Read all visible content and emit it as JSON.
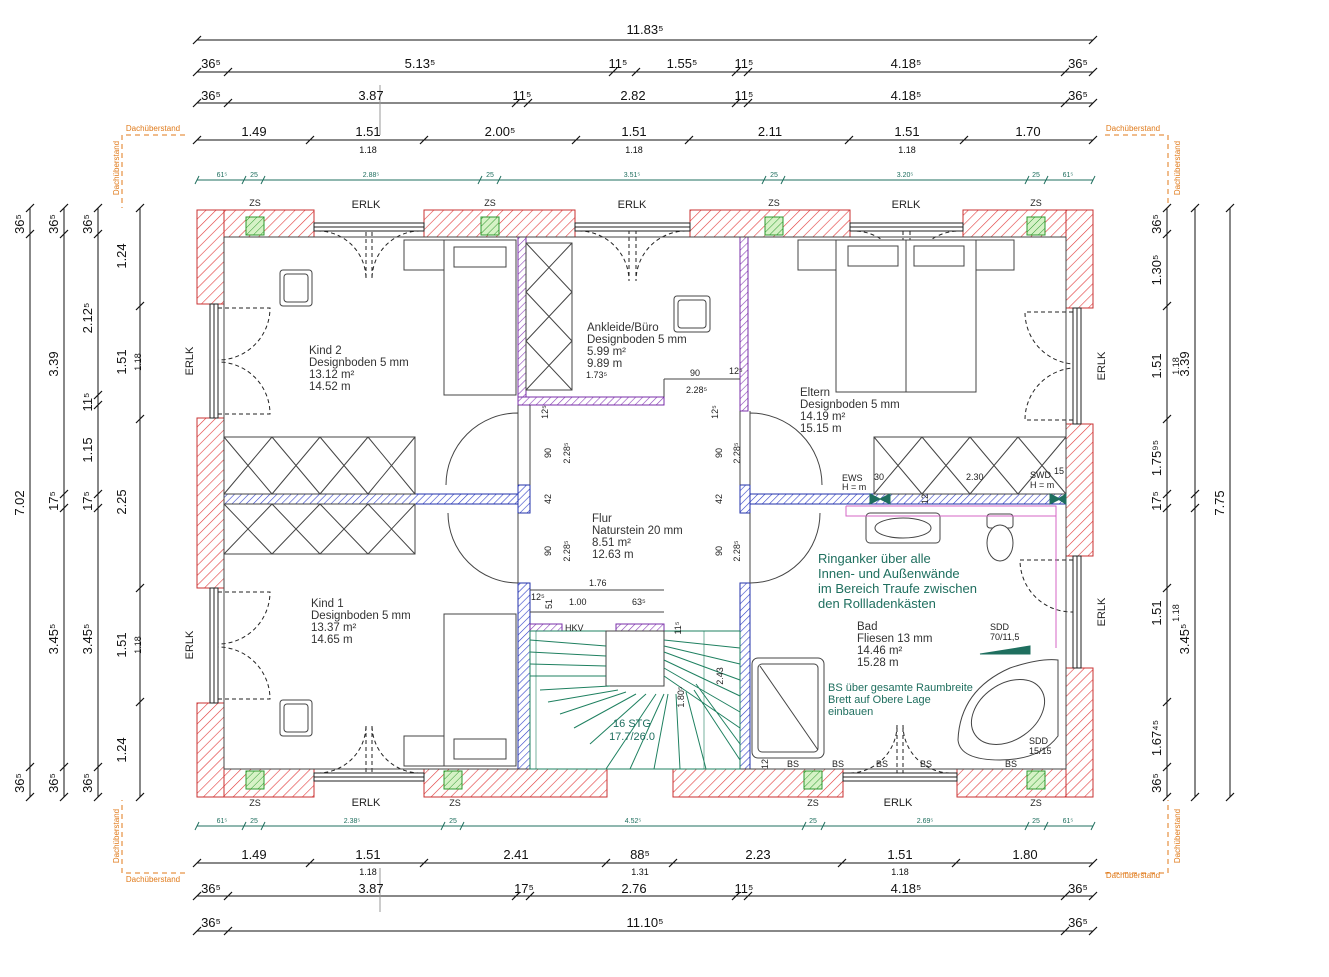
{
  "overhang_label": "Dachüberstand",
  "dims_top": {
    "overall": "11.83⁵",
    "row2": [
      "36⁵",
      "5.13⁵",
      "11⁵",
      "1.55⁵",
      "11⁵",
      "4.18⁵",
      "36⁵"
    ],
    "row3": [
      "36⁵",
      "3.87",
      "11⁵",
      "2.82",
      "11⁵",
      "4.18⁵",
      "36⁵"
    ],
    "row4": [
      "1.49",
      "1.51",
      "2.00⁵",
      "1.51",
      "2.11",
      "1.51",
      "1.70"
    ],
    "row4_sub": [
      "1.18",
      "1.18",
      "1.18"
    ],
    "green_row": [
      "61⁵",
      "25",
      "2.88⁵",
      "25",
      "3.51⁵",
      "25",
      "3.20⁵",
      "25",
      "61⁵"
    ]
  },
  "dims_bottom": {
    "green_row": [
      "61⁵",
      "25",
      "2.38⁵",
      "25",
      "4.52⁵",
      "25",
      "2.69⁵",
      "25",
      "61⁵"
    ],
    "row1": [
      "1.49",
      "1.51",
      "2.41",
      "88⁵",
      "2.23",
      "1.51",
      "1.80"
    ],
    "row1_sub": [
      "1.18",
      "1.31",
      "1.18"
    ],
    "row2": [
      "36⁵",
      "3.87",
      "17⁵",
      "2.76",
      "11⁵",
      "4.18⁵",
      "36⁵"
    ],
    "row3": [
      "36⁵",
      "11.10⁵",
      "36⁵"
    ]
  },
  "dims_left": {
    "outer": [
      "36⁵",
      "7.02",
      "36⁵"
    ],
    "mid": [
      "36⁵",
      "3.39",
      "17⁵",
      "3.45⁵",
      "36⁵"
    ],
    "inner": [
      "36⁵",
      "2.12⁵",
      "11⁵",
      "1.15",
      "17⁵",
      "3.45⁵",
      "36⁵"
    ],
    "win": [
      "1.24",
      "1.51",
      "2.25",
      "1.51",
      "1.24"
    ],
    "win_sub": [
      "1.18",
      "1.18"
    ]
  },
  "dims_right": {
    "outer": "7.75",
    "mid": [
      "3.39",
      "3.45⁵"
    ],
    "inner": [
      "36⁵",
      "1.30⁵",
      "1.51",
      "1.75⁹⁵",
      "17⁵",
      "1.51",
      "1.67⁴⁵",
      "36⁵"
    ],
    "win_sub": [
      "1.18",
      "1.18"
    ]
  },
  "windows": {
    "erlk": "ERLK",
    "zs": "ZS",
    "bs": "BS"
  },
  "rooms": {
    "kind2": {
      "name": "Kind 2",
      "floor": "Designboden 5 mm",
      "area": "13.12 m²",
      "perim": "14.52 m"
    },
    "kind1": {
      "name": "Kind 1",
      "floor": "Designboden 5 mm",
      "area": "13.37 m²",
      "perim": "14.65 m"
    },
    "ankleide": {
      "name": "Ankleide/Büro",
      "floor": "Designboden 5 mm",
      "area": "5.99 m²",
      "perim": "9.89 m"
    },
    "eltern": {
      "name": "Eltern",
      "floor": "Designboden 5 mm",
      "area": "14.19 m²",
      "perim": "15.15 m"
    },
    "flur": {
      "name": "Flur",
      "floor": "Naturstein 20 mm",
      "area": "8.51 m²",
      "perim": "12.63 m"
    },
    "bad": {
      "name": "Bad",
      "floor": "Fliesen 13 mm",
      "area": "14.46 m²",
      "perim": "15.28 m"
    }
  },
  "notes": {
    "ringanker": [
      "Ringanker über alle",
      "Innen- und Außenwände",
      "im Bereich Traufe zwischen",
      "den Rollladenkästen"
    ],
    "bs": [
      "BS über gesamte Raumbreite",
      "Brett auf Obere Lage",
      "einbauen"
    ],
    "stair": [
      "16 STG",
      "17.7/26.0"
    ],
    "sdd1": [
      "SDD",
      "70/11,5"
    ],
    "sdd2": [
      "SDD",
      "15/15"
    ],
    "ews": [
      "EWS",
      "H = m"
    ],
    "swd": [
      "SWD",
      "H = m"
    ],
    "hkv": "HKV"
  },
  "inner_dims": {
    "ankleide_w": "1.73⁵",
    "d90": "90",
    "d228": "2.28⁵",
    "d12": "12⁵",
    "d42": "42",
    "d90v": "90",
    "d228v": "2.28⁵",
    "flur176": "1.76",
    "d100": "1.00",
    "d63": "63⁵",
    "d51": "51",
    "d243": "2.43",
    "d180": "1.80⁵",
    "d11": "11⁵",
    "d30": "30",
    "d230": "2.30",
    "d15": "15",
    "d12b": "12"
  }
}
